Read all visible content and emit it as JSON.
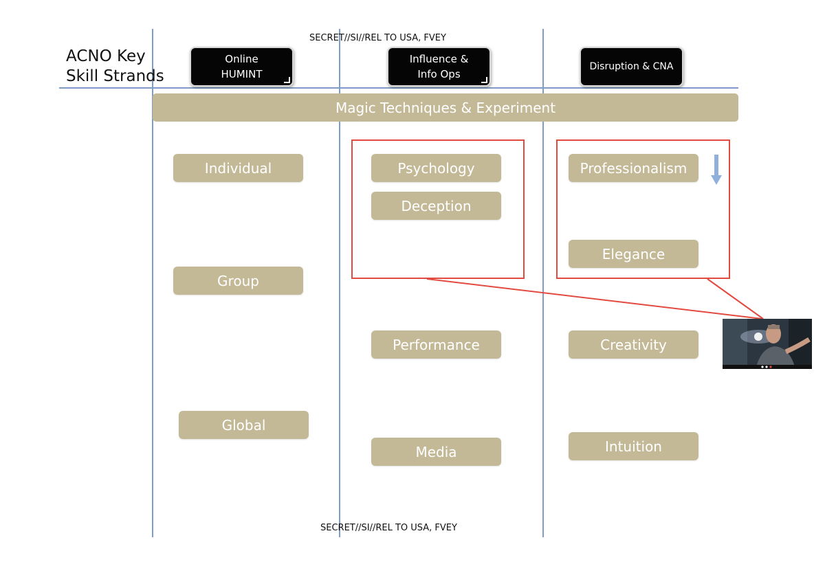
{
  "classification": {
    "top": "SECRET//SI//REL TO USA, FVEY",
    "bottom": "SECRET//SI//REL TO USA, FVEY"
  },
  "title": {
    "line1": "ACNO Key",
    "line2": "Skill Strands"
  },
  "columns": [
    {
      "header": "Online\nHUMINT"
    },
    {
      "header": "Influence &\nInfo Ops"
    },
    {
      "header": "Disruption & CNA"
    }
  ],
  "banner": "Magic Techniques & Experiment",
  "skills": {
    "individual": "Individual",
    "group": "Group",
    "global": "Global",
    "psychology": "Psychology",
    "deception": "Deception",
    "performance": "Performance",
    "media": "Media",
    "professionalism": "Professionalism",
    "elegance": "Elegance",
    "creativity": "Creativity",
    "intuition": "Intuition"
  },
  "icons": {
    "down_arrow": "arrow-down-icon"
  },
  "colors": {
    "tag": "#c4b997",
    "grid_line": "#7d9cc7",
    "highlight": "#e2493f",
    "header_bg": "#050505"
  }
}
